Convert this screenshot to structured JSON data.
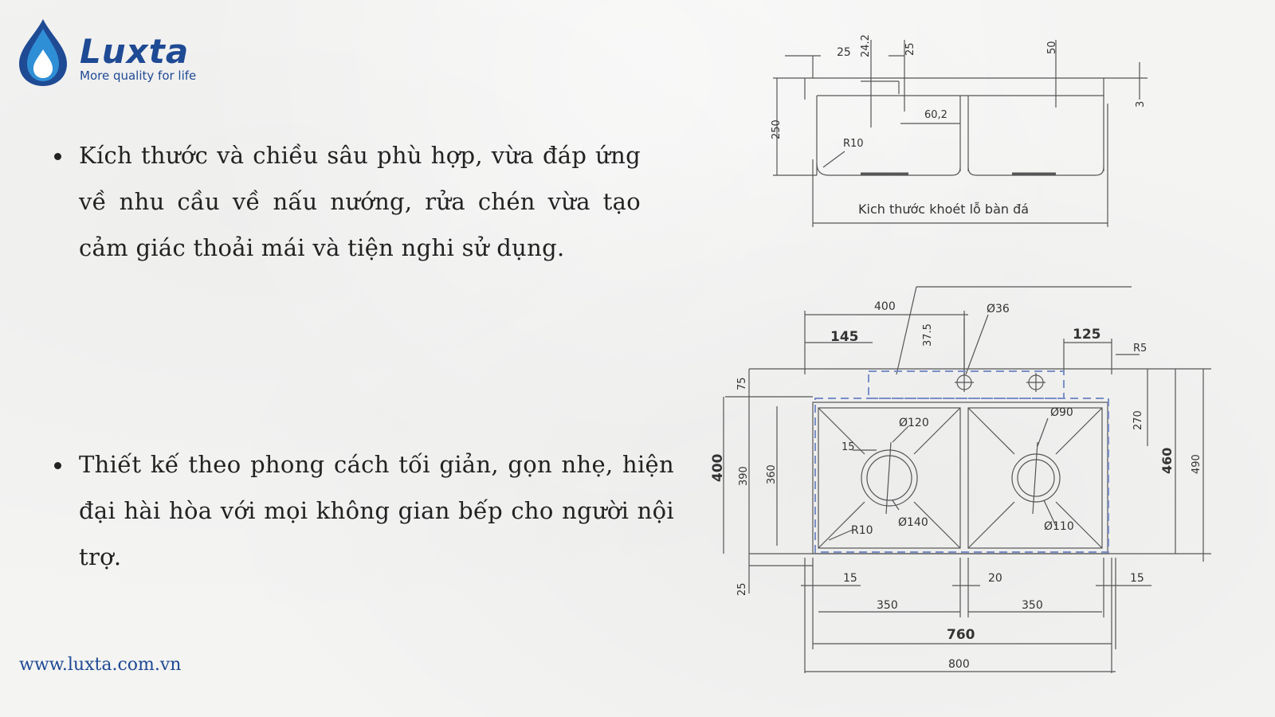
{
  "brand": {
    "name": "Luxta",
    "tagline": "More quality for life",
    "website": "www.luxta.com.vn",
    "color": "#1f4a94"
  },
  "bullets": [
    "Kích thước và chiều sâu phù hợp, vừa đáp ứng về nhu cầu về nấu nướng, rửa chén vừa tạo cảm giác thoải mái và tiện nghi sử dụng.",
    "Thiết kế theo phong cách tối giản, gọn nhẹ, hiện đại hài hòa với mọi không gian bếp cho người nội trợ."
  ],
  "side_view": {
    "caption": "Kich thước khoét lỗ bàn đá",
    "dims": {
      "d25a": "25",
      "d24_2": "24.2",
      "d25b": "25",
      "d50": "50",
      "d3": "3",
      "d250": "250",
      "d60_2": "60,2",
      "r10": "R10"
    }
  },
  "top_view": {
    "dims": {
      "d400top": "400",
      "d36": "Ø36",
      "d145": "145",
      "d37_5": "37.5",
      "d125": "125",
      "r5": "R5",
      "d75": "75",
      "d270": "270",
      "d460": "460",
      "d490": "490",
      "d400": "400",
      "d390": "390",
      "d360": "360",
      "d120": "Ø120",
      "d90": "Ø90",
      "d15a": "15",
      "d140": "Ø140",
      "d110": "Ø110",
      "r10b": "R10",
      "d25": "25",
      "d15b": "15",
      "d20": "20",
      "d15c": "15",
      "d350a": "350",
      "d350b": "350",
      "d760": "760",
      "d800": "800"
    }
  }
}
